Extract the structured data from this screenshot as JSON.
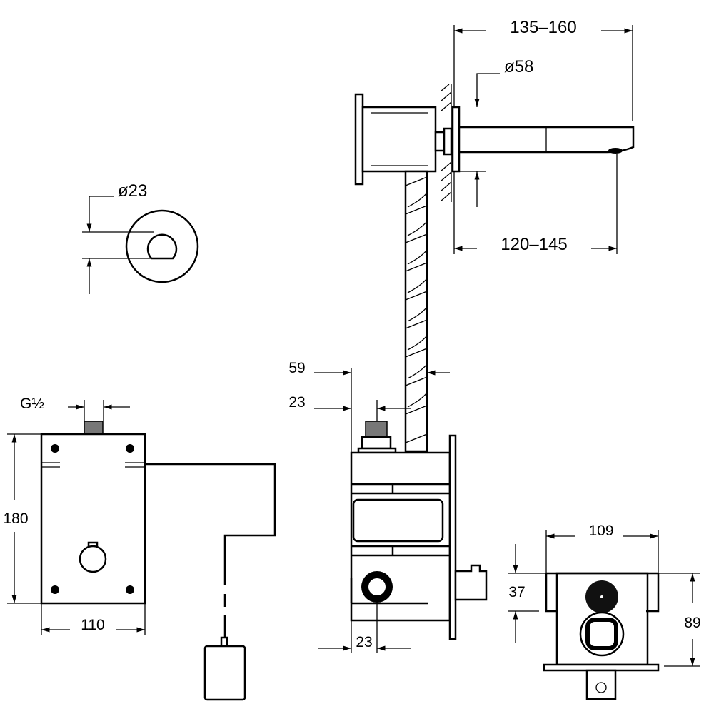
{
  "drawing": {
    "dimensions": {
      "spout_projection": "135–160",
      "flange_diameter": "ø58",
      "spout_length": "120–145",
      "sensor_diameter": "ø23",
      "offset_59": "59",
      "offset_23_top": "23",
      "offset_23_bottom": "23",
      "thread": "G½",
      "box_height": "180",
      "box_width": "110",
      "body_width": "109",
      "body_37": "37",
      "body_height": "89"
    },
    "colors": {
      "line": "#000000",
      "background": "#ffffff",
      "connector": "#777777"
    }
  }
}
